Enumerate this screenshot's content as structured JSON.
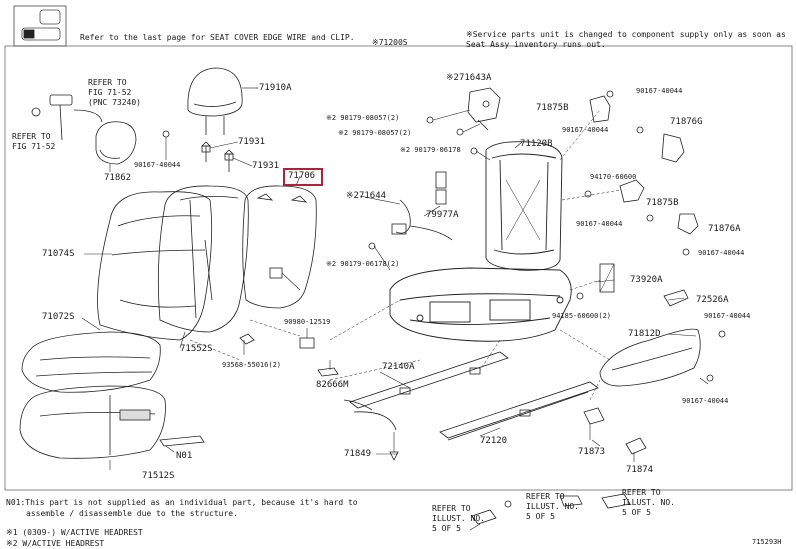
{
  "header": {
    "note_left": "Refer to the last page for SEAT COVER EDGE WIRE and CLIP.",
    "assembly_no": "※71200S",
    "note_right_line1": "※Service parts unit is changed to component supply only as soon as",
    "note_right_line2": "Seat Assy inventory runs out."
  },
  "callouts": {
    "refer_fig_a_1": "REFER TO",
    "refer_fig_a_2": "FIG 71-52",
    "refer_fig_a_3": "(PNC 73240)",
    "refer_fig_b_1": "REFER TO",
    "refer_fig_b_2": "FIG 71-52",
    "refer_illust_1a": "REFER TO",
    "refer_illust_1b": "ILLUST. NO.",
    "refer_illust_1c": "5 OF 5",
    "refer_illust_2a": "REFER TO",
    "refer_illust_2b": "ILLUST. NO.",
    "refer_illust_2c": "5 OF 5",
    "refer_illust_3a": "REFER TO",
    "refer_illust_3b": "ILLUST. NO.",
    "refer_illust_3c": "5 OF 5"
  },
  "parts": {
    "p71910A": "71910A",
    "p71931a": "71931",
    "p71931b": "71931",
    "p71706": "71706",
    "p71862": "71862",
    "p90167_left": "90167-40044",
    "p71074S": "71074S",
    "p71072S": "71072S",
    "p71552S": "71552S",
    "p71512S": "71512S",
    "pN01": "N01",
    "p93568": "93568-55016(2)",
    "p90980": "90980-12519",
    "p82666M": "82666M",
    "p71643A": "※271643A",
    "p90179_08057a": "※2 90179-08057(2)",
    "p90179_08057b": "※2 90179-08057(2)",
    "p90179_06178": "※2 90179-06178",
    "p71120B": "71120B",
    "p71644": "※271644",
    "p79977A": "79977A",
    "p90179_06178_2": "※2 90179-06178(2)",
    "p71875B_top": "71875B",
    "p90167_top1": "90167-40044",
    "p90167_top2": "90167-40044",
    "p71876G": "71876G",
    "p94170": "94170-60600",
    "p71875B_mid": "71875B",
    "p90167_mid": "90167-40044",
    "p71876A": "71876A",
    "p90167_r": "90167-40044",
    "p73920A": "73920A",
    "p72526A": "72526A",
    "p94185": "94185-60600(2)",
    "p71812D": "71812D",
    "p90167_r2": "90167-40044",
    "p90167_r3": "90167-40044",
    "p72140A": "72140A",
    "p72120": "72120",
    "p71849": "71849",
    "p71873": "71873",
    "p71874": "71874"
  },
  "footer": {
    "note1a": "N01:This part is not supplied as an individual part, because it's hard to",
    "note1b": "assemble / disassemble due to the structure.",
    "note2": "※1 (0309-)  W/ACTIVE HEADREST",
    "note3": "※2 W/ACTIVE HEADREST",
    "drawing_code": "715293H"
  },
  "highlight_color": "#b0203a"
}
